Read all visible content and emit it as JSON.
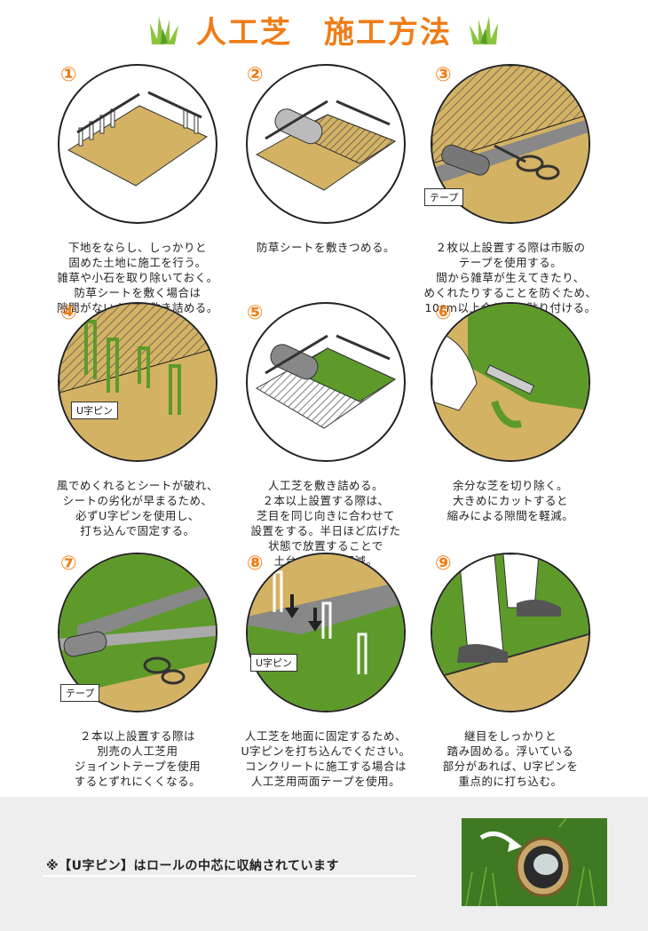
{
  "title": {
    "text": "人工芝　施工方法"
  },
  "steps": [
    {
      "num": "①",
      "lines": [
        "下地をならし、しっかりと",
        "固めた土地に施工を行う。",
        "雑草や小石を取り除いておく。",
        "防草シートを敷く場合は",
        "隙間がないように敷き詰める。"
      ]
    },
    {
      "num": "②",
      "lines": [
        "防草シートを敷きつめる。"
      ]
    },
    {
      "num": "③",
      "label": "テープ",
      "lines": [
        "２枚以上設置する際は市販の",
        "テープを使用する。",
        "間から雑草が生えてきたり、",
        "めくれたりすることを防ぐため、",
        "10cm以上合わせて貼り付ける。"
      ]
    },
    {
      "num": "④",
      "label": "U字ピン",
      "lines": [
        "風でめくれるとシートが破れ、",
        "シートの劣化が早まるため、",
        "必ずU字ピンを使用し、",
        "打ち込んで固定する。"
      ]
    },
    {
      "num": "⑤",
      "lines": [
        "人工芝を敷き詰める。",
        "２本以上設置する際は、",
        "芝目を同じ向きに合わせて",
        "設置をする。半日ほど広げた",
        "状態で放置することで",
        "土台の縮みを軽減。"
      ]
    },
    {
      "num": "⑥",
      "lines": [
        "余分な芝を切り除く。",
        "大きめにカットすると",
        "縮みによる隙間を軽減。"
      ]
    },
    {
      "num": "⑦",
      "label": "テープ",
      "lines": [
        "２本以上設置する際は",
        "別売の人工芝用",
        "ジョイントテープを使用",
        "するとずれにくくなる。"
      ]
    },
    {
      "num": "⑧",
      "label": "U字ピン",
      "lines": [
        "人工芝を地面に固定するため、",
        "U字ピンを打ち込んでください。",
        "コンクリートに施工する場合は",
        "人工芝用両面テープを使用。"
      ]
    },
    {
      "num": "⑨",
      "lines": [
        "継目をしっかりと",
        "踏み固める。浮いている",
        "部分があれば、U字ピンを",
        "重点的に打ち込む。"
      ]
    }
  ],
  "note": {
    "text": "※【U字ピン】はロールの中芯に収納されています"
  },
  "colors": {
    "accent": "#ef7d17",
    "soil": "#d4b263",
    "turf": "#5d9a2a",
    "footer_bg": "#eeeeee"
  }
}
